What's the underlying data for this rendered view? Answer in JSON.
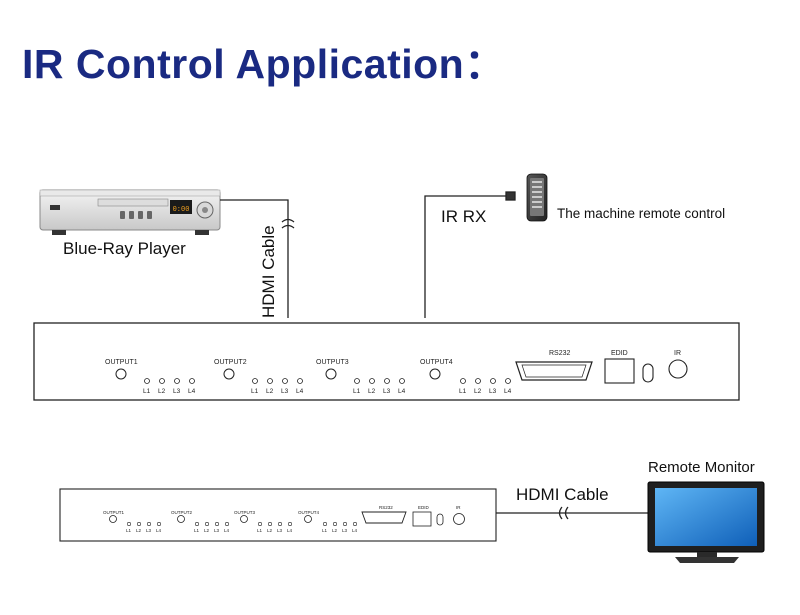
{
  "title": "IR Control Application：",
  "devices": {
    "bluray": {
      "label": "Blue-Ray Player",
      "display": "0:00"
    },
    "remote_control": {
      "label": "The machine remote control"
    },
    "monitor": {
      "label": "Remote Monitor"
    }
  },
  "cables": {
    "hdmi_vertical": "HDMI Cable",
    "ir_rx": "IR RX",
    "hdmi_horizontal": "HDMI Cable"
  },
  "unit_panel": {
    "outputs": [
      "OUTPUT1",
      "OUTPUT2",
      "OUTPUT3",
      "OUTPUT4"
    ],
    "leds": [
      "L1",
      "L2",
      "L3",
      "L4"
    ],
    "rs232": "RS232",
    "edid": "EDID",
    "ir": "IR"
  },
  "colors": {
    "title": "#1a2a82",
    "line": "#222222",
    "screen": "#1e7fd6"
  }
}
